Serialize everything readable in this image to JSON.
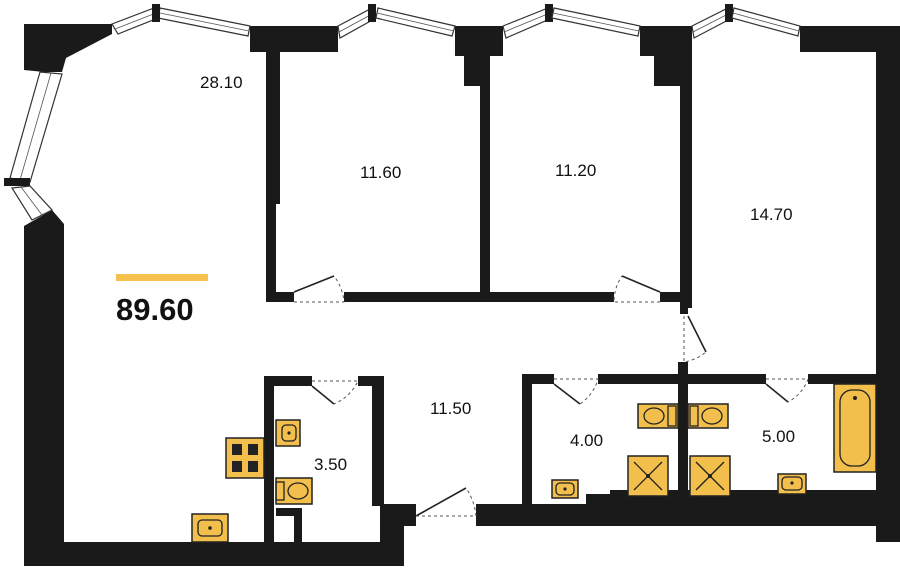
{
  "plan": {
    "total_area": "89.60",
    "accent_color": "#f5c04e",
    "wall_color": "#1a1a1a",
    "fixture_color": "#f2bf4d",
    "rooms": [
      {
        "id": "living-kitchen",
        "area": "28.10"
      },
      {
        "id": "bedroom-1",
        "area": "11.60"
      },
      {
        "id": "bedroom-2",
        "area": "11.20"
      },
      {
        "id": "bedroom-3",
        "area": "14.70"
      },
      {
        "id": "hallway",
        "area": "11.50"
      },
      {
        "id": "wc",
        "area": "3.50"
      },
      {
        "id": "bathroom-1",
        "area": "4.00"
      },
      {
        "id": "bathroom-2",
        "area": "5.00"
      }
    ],
    "icons": [
      "window-icon",
      "door-icon",
      "sink-icon",
      "toilet-icon",
      "shower-icon",
      "bathtub-icon",
      "stove-icon"
    ]
  }
}
